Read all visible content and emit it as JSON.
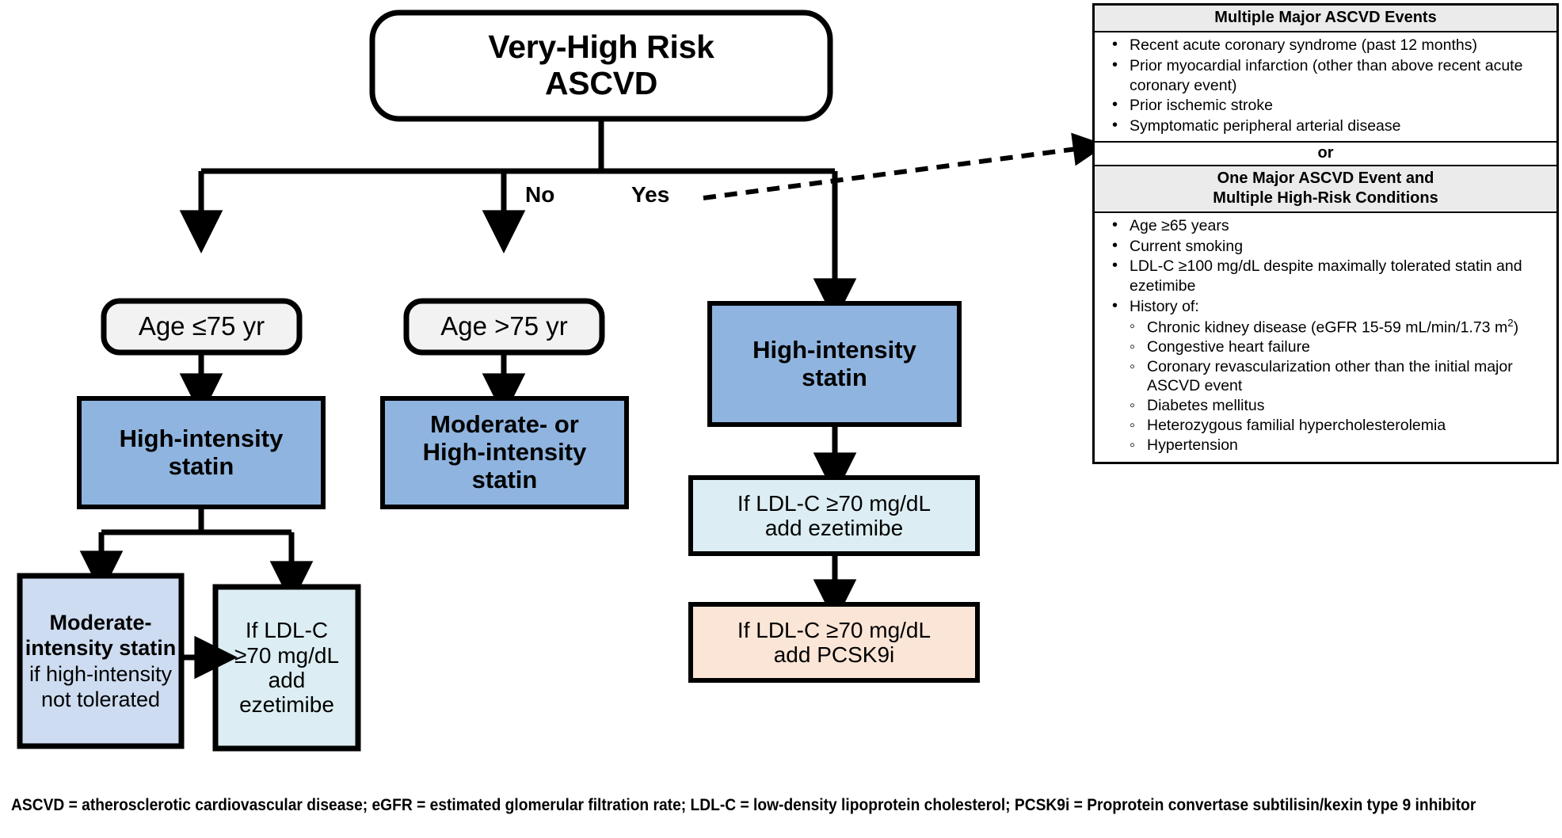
{
  "diagram": {
    "title": "Very-High Risk ASCVD treatment algorithm",
    "colors": {
      "statin_blue": "#8FB4DF",
      "light_blue": "#CDDCF0",
      "pale_cyan": "#DCEEF3",
      "peach": "#FBE5D6",
      "decision_gray": "#F2F2F2",
      "header_gray": "#EBEBEB",
      "outline": "#000000"
    },
    "root": {
      "line1": "Very-High Risk",
      "line2": "ASCVD"
    },
    "branch_labels": {
      "no": "No",
      "yes": "Yes"
    },
    "nodes": {
      "age_le_75": "Age ≤75 yr",
      "age_gt_75": "Age >75 yr",
      "high_intensity_statin_left": {
        "line1": "High-intensity",
        "line2": "statin"
      },
      "moderate_or_high_statin": {
        "line1": "Moderate- or",
        "line2": "High-intensity",
        "line3": "statin"
      },
      "high_intensity_statin_right": {
        "line1": "High-intensity",
        "line2": "statin"
      },
      "moderate_intensity_if_not_tolerated": {
        "bold": "Moderate-intensity statin",
        "regular": "if high-intensity not tolerated"
      },
      "ezetimibe_left": {
        "line1": "If LDL-C",
        "line2": "≥70 mg/dL",
        "line3": "add",
        "line4": "ezetimibe"
      },
      "ezetimibe_right": {
        "line1": "If LDL-C ≥70 mg/dL",
        "line2": "add ezetimibe"
      },
      "pcsk9i": {
        "line1": "If LDL-C ≥70 mg/dL",
        "line2": "add PCSK9i"
      }
    }
  },
  "criteria_panel": {
    "section1_title": "Multiple Major ASCVD Events",
    "section1_items": [
      "Recent acute coronary syndrome (past 12 months)",
      "Prior myocardial infarction (other than above recent acute coronary event)",
      "Prior ischemic stroke",
      "Symptomatic peripheral arterial disease"
    ],
    "connector": "or",
    "section2_title_line1": "One Major ASCVD Event and",
    "section2_title_line2": "Multiple High-Risk Conditions",
    "section2_items": [
      "Age ≥65 years",
      "Current smoking",
      "LDL-C ≥100 mg/dL despite maximally  tolerated statin and ezetimibe",
      "History of:"
    ],
    "history_subitems": [
      "Chronic kidney disease (eGFR 15-59 mL/min/1.73 m2)",
      "Congestive heart failure",
      "Coronary revascularization other than the initial major ASCVD event",
      "Diabetes mellitus",
      "Heterozygous familial hypercholesterolemia",
      "Hypertension"
    ],
    "ckd_text_before_sup": "Chronic kidney disease (eGFR 15-59 mL/min/1.73 m",
    "ckd_sup": "2",
    "ckd_text_after_sup": ")"
  },
  "footnote": "ASCVD = atherosclerotic cardiovascular disease; eGFR = estimated glomerular  filtration rate;  LDL-C = low-density lipoprotein cholesterol; PCSK9i = Proprotein convertase subtilisin/kexin type 9 inhibitor"
}
